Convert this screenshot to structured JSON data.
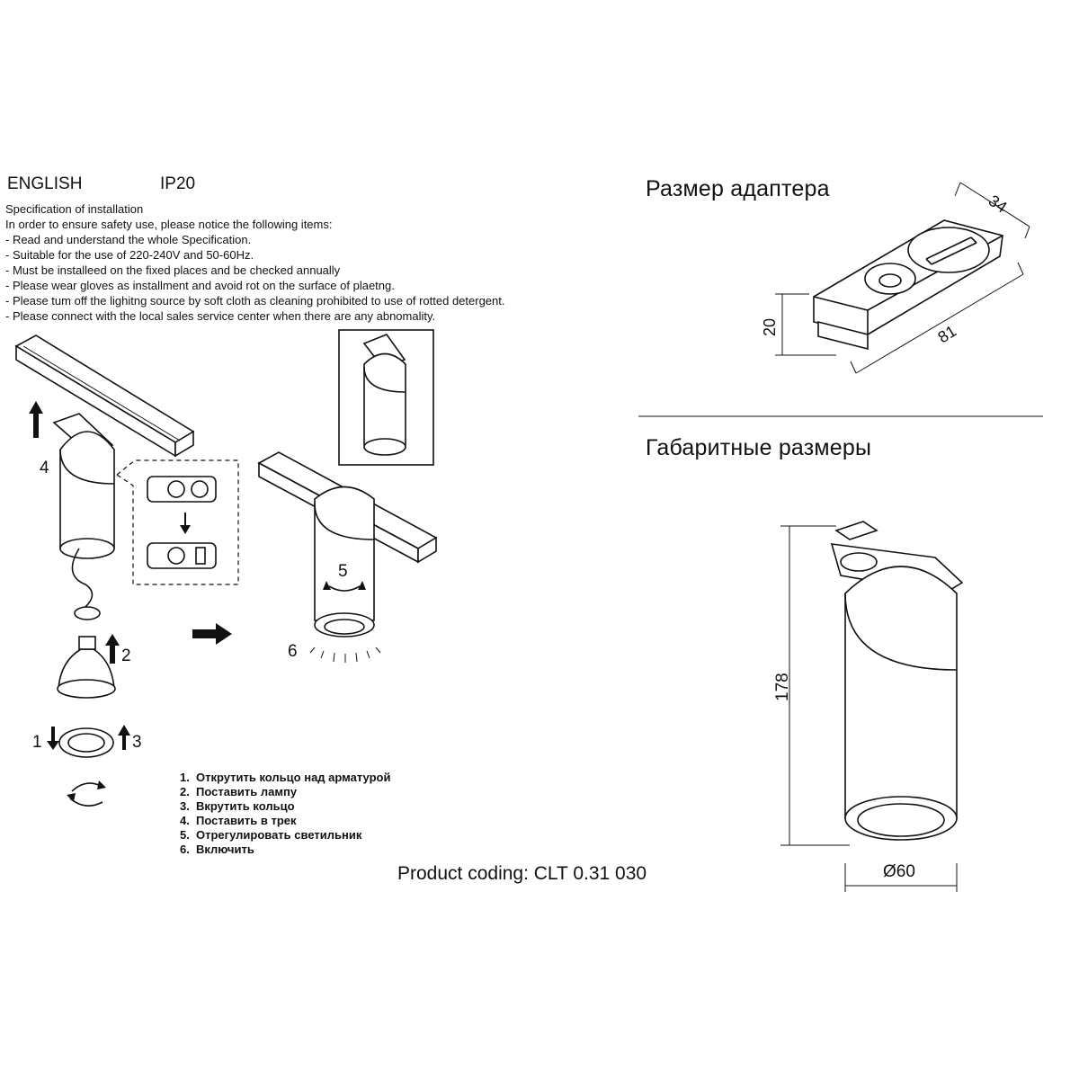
{
  "header": {
    "language": "ENGLISH",
    "ip_rating": "IP20"
  },
  "spec": {
    "title": "Specification of installation",
    "lines": [
      "In order to ensure safety use, please notice the following items:",
      "- Read and understand the whole Specification.",
      "- Suitable for the use of 220-240V and 50-60Hz.",
      "- Must be installeed on the fixed places and be checked annually",
      "- Please wear gloves as installment and avoid rot on the surface of plaetng.",
      "- Please tum off the lighitng source by soft cloth as cleaning prohibited to use of rotted detergent.",
      "- Please connect with the local sales service center when there are any abnomality."
    ]
  },
  "adapter": {
    "title": "Размер адаптера",
    "dims": {
      "width": "34",
      "height": "20",
      "length": "81"
    }
  },
  "overall": {
    "title": "Габаритные размеры",
    "dims": {
      "height": "178",
      "diameter": "Ø60"
    }
  },
  "diagram_labels": {
    "s1": "1",
    "s2": "2",
    "s3": "3",
    "s4": "4",
    "s5": "5",
    "s6": "6"
  },
  "steps": [
    {
      "n": "1.",
      "text": "Открутить кольцо над арматурой"
    },
    {
      "n": "2.",
      "text": "Поставить лампу"
    },
    {
      "n": "3.",
      "text": "Вкрутить кольцо"
    },
    {
      "n": "4.",
      "text": "Поставить в трек"
    },
    {
      "n": "5.",
      "text": "Отрегулировать светильник"
    },
    {
      "n": "6.",
      "text": "Включить"
    }
  ],
  "product_coding": "Product coding: CLT 0.31 030"
}
